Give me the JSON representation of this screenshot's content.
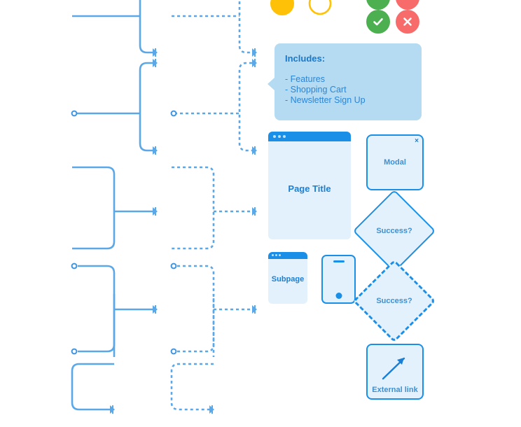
{
  "callout": {
    "title": "Includes:",
    "items": [
      "- Features",
      "- Shopping Cart",
      "- Newsletter Sign Up"
    ],
    "bg_color": "#b5dbf2",
    "text_color": "#2a86d8"
  },
  "wireframes": {
    "browser_window": {
      "label": "Page Title",
      "titlebar_color": "#1a8fe8",
      "body_color": "#e3f1fc",
      "dot_count": 3
    },
    "subpage_window": {
      "label": "Subpage",
      "titlebar_color": "#1a8fe8",
      "body_color": "#e3f1fc",
      "dot_count": 3
    },
    "phone": {
      "label": "",
      "icon": "mobile-device-icon"
    }
  },
  "shapes": {
    "modal": {
      "label": "Modal",
      "close_glyph": "×"
    },
    "decision_solid": {
      "label": "Success?",
      "style": "solid"
    },
    "decision_dashed": {
      "label": "Success?",
      "style": "dashed"
    },
    "external_link": {
      "label": "External link",
      "icon": "diagonal-arrow-icon"
    }
  },
  "status": {
    "success": {
      "name": "success-check",
      "color": "#4caf50",
      "glyph": "✓"
    },
    "failure": {
      "name": "failure-cross",
      "color": "#f86b6b",
      "glyph": "✕"
    },
    "warning_a": {
      "name": "warning-filled",
      "color": "#ffc107"
    },
    "warning_b": {
      "name": "warning-outline",
      "color": "#ffc107"
    }
  },
  "connectors": {
    "stroke_solid": "#5aa8e8",
    "stroke_accent": "#1a8fe8",
    "solid_column_label": "solid-connectors",
    "dashed_column_label": "dashed-connectors",
    "endpoints": {
      "open_circle": "open-circle-endpoint",
      "arrow": "arrow-endpoint"
    }
  }
}
